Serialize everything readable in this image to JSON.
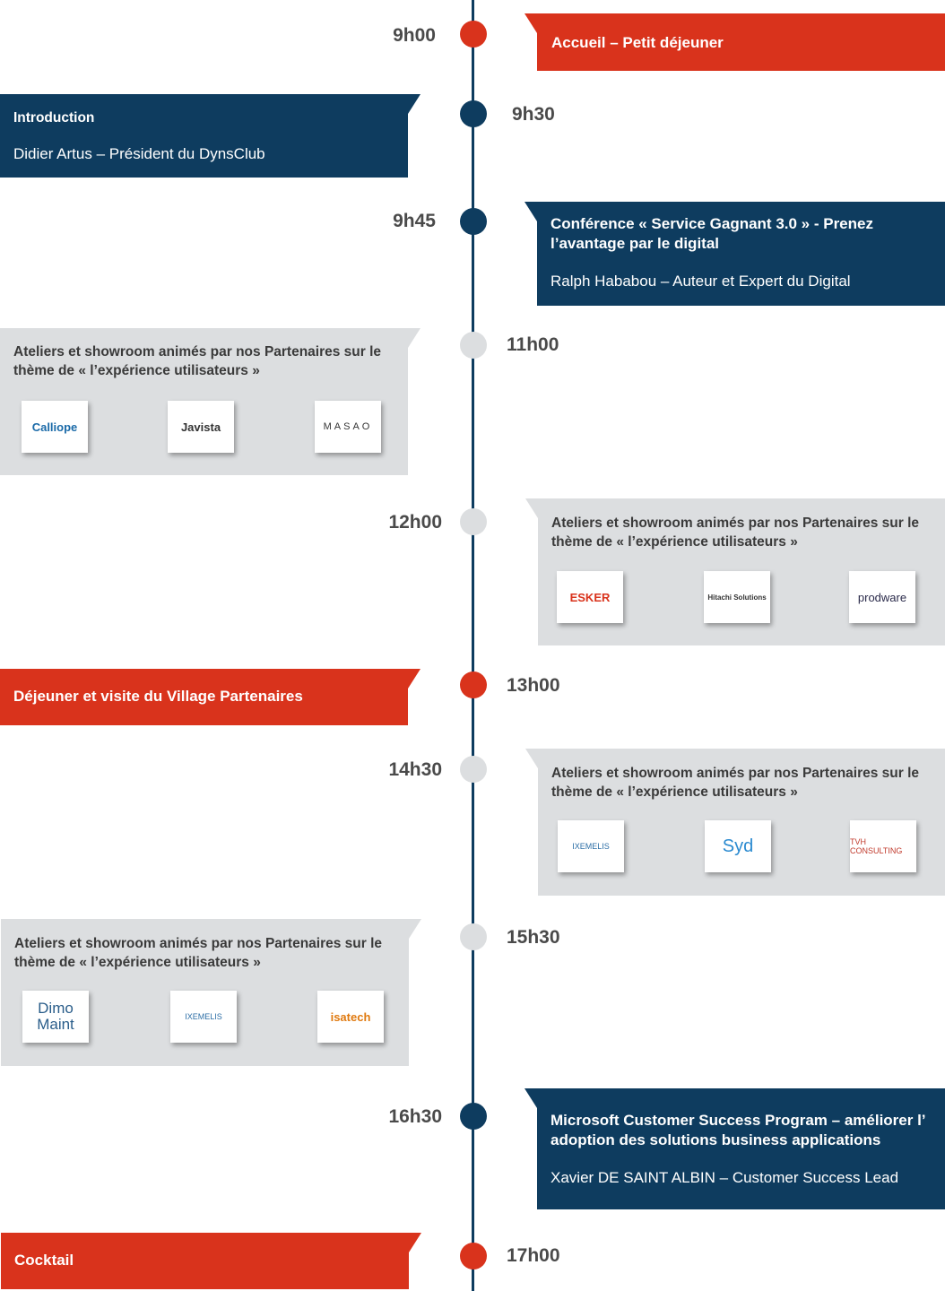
{
  "events": [
    {
      "time": "9h00",
      "title": "Accueil – Petit déjeuner"
    },
    {
      "time": "9h30",
      "title": "Introduction",
      "subtitle": "Didier Artus – Président du DynsClub"
    },
    {
      "time": "9h45",
      "title": "Conférence « Service Gagnant 3.0 » - Prenez l’avantage par le digital",
      "subtitle": "Ralph Hababou – Auteur et Expert du Digital"
    },
    {
      "time": "11h00",
      "title": "Ateliers et showroom animés par nos Partenaires sur le thème de « l’expérience utilisateurs »",
      "logos": [
        "Calliope",
        "Javista",
        "MASAO"
      ]
    },
    {
      "time": "12h00",
      "title": "Ateliers et showroom animés par nos Partenaires sur le thème de « l’expérience utilisateurs »",
      "logos": [
        "ESKER",
        "Hitachi Solutions",
        "prodware"
      ]
    },
    {
      "time": "13h00",
      "title": "Déjeuner et visite du Village Partenaires"
    },
    {
      "time": "14h30",
      "title": "Ateliers et showroom animés par nos Partenaires sur le thème de « l’expérience utilisateurs »",
      "logos": [
        "IXEMELIS",
        "Syd",
        "TVH CONSULTING"
      ]
    },
    {
      "time": "15h30",
      "title": "Ateliers et showroom animés par nos Partenaires sur le thème de « l’expérience utilisateurs »",
      "logos": [
        "Dimo Maint",
        "IXEMELIS",
        "isatech"
      ]
    },
    {
      "time": "16h30",
      "title": "Microsoft Customer Success Program – améliorer l’ adoption des solutions business applications",
      "subtitle": "Xavier DE SAINT ALBIN – Customer Success Lead"
    },
    {
      "time": "17h00",
      "title": "Cocktail"
    }
  ],
  "colors": {
    "red": "#d9331c",
    "navy": "#0e3c5f",
    "grey": "#dcdee0"
  }
}
